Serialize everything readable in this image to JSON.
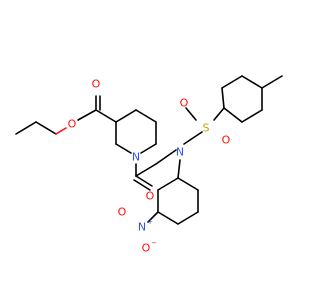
{
  "molecule": {
    "colors": {
      "carbon_bond": "#000000",
      "oxygen": "#ff0d0d",
      "nitrogen": "#3050f8",
      "sulfur": "#c9a400",
      "background": "#ffffff"
    },
    "labels": {
      "o_carbonyl_ester": "O",
      "o_ether_ester": "O",
      "n_piperidine": "N",
      "o_amide": "O",
      "n_sulfonamide": "N",
      "s_sulfonyl": "S",
      "o_sulfonyl_left": "O",
      "o_sulfonyl_right": "O",
      "n_nitro": "N",
      "n_nitro_charge": "+",
      "o_nitro_bottom": "O",
      "o_nitro_bottom_charge": "−",
      "o_nitro_left": "O"
    }
  }
}
